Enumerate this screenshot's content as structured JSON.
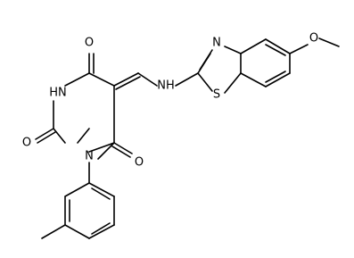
{
  "structure": {
    "atoms": {
      "o_top": "O",
      "nh_ring": "HN",
      "o_left": "O",
      "n_ring": "N",
      "o_bottom": "O",
      "nh_link": "NH",
      "n_thiazole": "N",
      "s_thiazole": "S",
      "o_methoxy": "O"
    },
    "colors": {
      "ink": "#000000",
      "background": "#ffffff"
    }
  }
}
